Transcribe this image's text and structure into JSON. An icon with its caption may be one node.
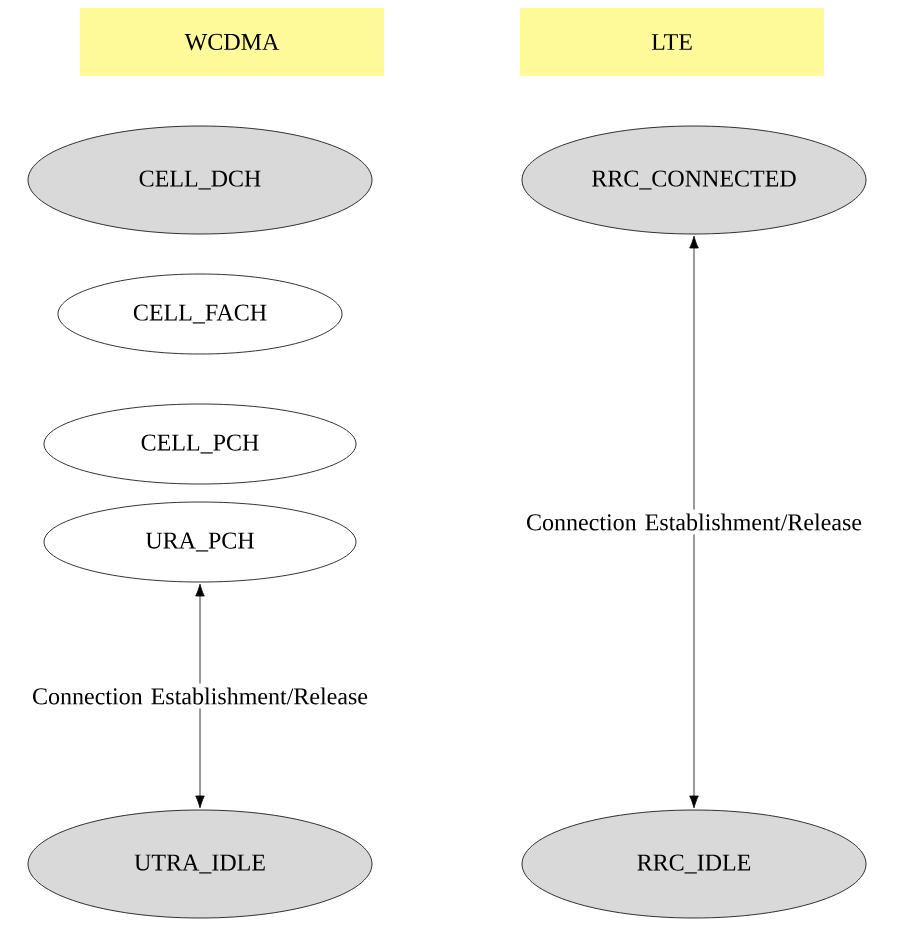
{
  "diagram": {
    "nodes": [
      {
        "text": [
          "WCDMA"
        ]
      },
      {
        "text": [
          "LTE"
        ]
      },
      {
        "text": [
          "CELL_DCH"
        ]
      },
      {
        "text": [
          "CELL_FACH"
        ]
      },
      {
        "text": [
          "CELL_PCH"
        ]
      },
      {
        "text": [
          "URA_PCH"
        ]
      },
      {
        "text": [
          "UTRA_IDLE"
        ]
      },
      {
        "text": [
          "RRC_CONNECTED"
        ]
      },
      {
        "text": [
          "RRC_IDLE"
        ]
      }
    ],
    "edges": [
      {
        "from": 6,
        "to": 5,
        "arrow": "both",
        "label": "Connection Establishment/Release"
      },
      {
        "from": 8,
        "to": 7,
        "arrow": "both",
        "label": "Connection Establishment/Release"
      }
    ]
  }
}
